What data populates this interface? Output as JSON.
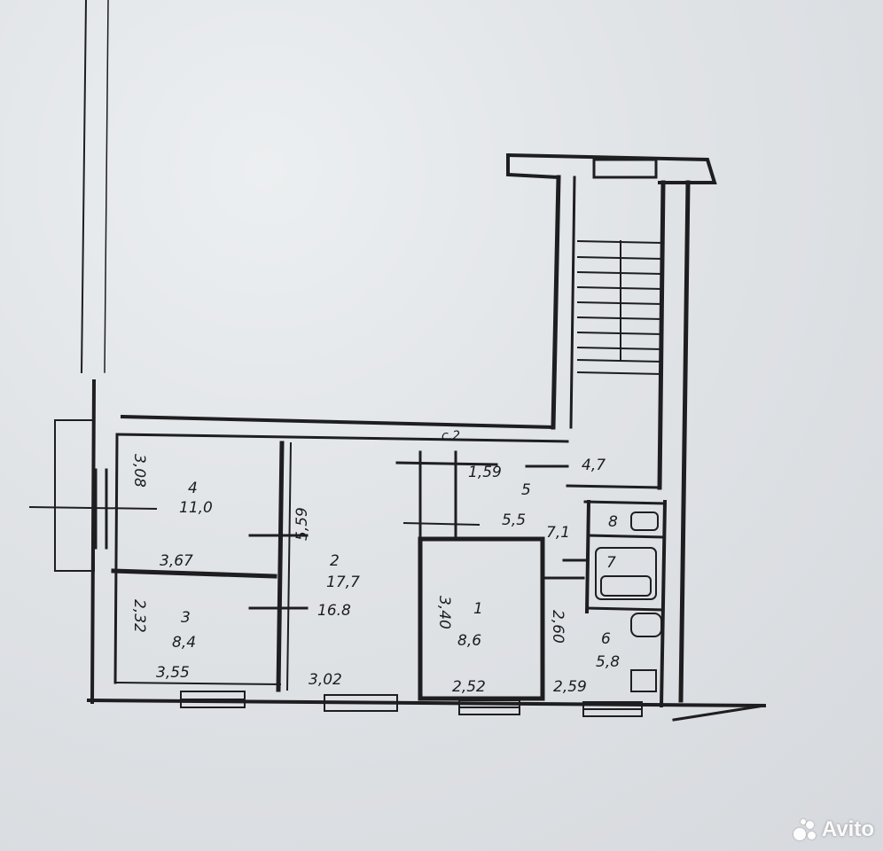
{
  "plan": {
    "corridor_label": "с.2",
    "stair_label": "4,7",
    "rooms": [
      {
        "number": "4",
        "area": "11,0",
        "dim_width": "3,67",
        "dim_height": "3,08"
      },
      {
        "number": "2",
        "area": "17,7",
        "area_alt": "16.8",
        "dim_width": "3,02",
        "dim_height": "5,59"
      },
      {
        "number": "3",
        "area": "8,4",
        "dim_width": "3,55",
        "dim_height": "2,32"
      },
      {
        "number": "1",
        "area": "8,6",
        "dim_width": "2,52",
        "dim_height": "3,40"
      },
      {
        "number": "5",
        "area": "5,5",
        "dim_extra": "7,1",
        "dim_top": "1,59"
      },
      {
        "number": "6",
        "area": "5,8",
        "dim_width": "2,59",
        "dim_height": "2,60"
      },
      {
        "number": "7",
        "area": ""
      },
      {
        "number": "8",
        "area": ""
      }
    ]
  },
  "watermark": {
    "text": "Avito",
    "icon": "avito-logo-icon"
  }
}
